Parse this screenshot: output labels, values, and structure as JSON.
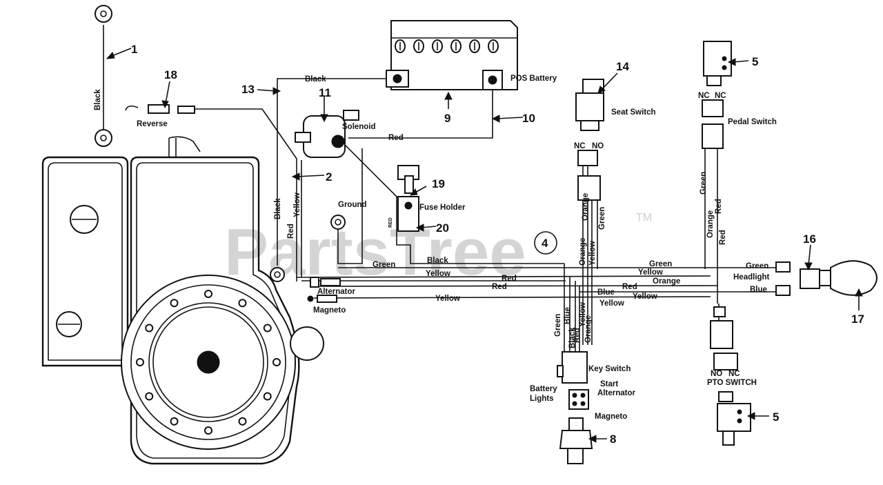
{
  "watermark": {
    "text": "PartsTree",
    "trademark": "TM"
  },
  "callouts": {
    "n1": "1",
    "n2": "2",
    "n4": "4",
    "n5a": "5",
    "n5b": "5",
    "n8": "8",
    "n9": "9",
    "n10": "10",
    "n11": "11",
    "n13": "13",
    "n14": "14",
    "n16": "16",
    "n17": "17",
    "n18": "18",
    "n19": "19",
    "n20": "20"
  },
  "components": {
    "reverse": "Reverse",
    "pos_battery": "POS Battery",
    "solenoid": "Solenoid",
    "fuse_holder": "Fuse Holder",
    "fuse_red": "RED",
    "ground": "Ground",
    "seat_switch": "Seat Switch",
    "pedal_switch": "Pedal Switch",
    "headlight": "Headlight",
    "alternator": "Alternator",
    "magneto": "Magneto",
    "key_switch": "Key Switch",
    "battery": "Battery",
    "lights": "Lights",
    "start": "Start",
    "alternator_term": "Alternator",
    "magneto_term": "Magneto",
    "pto_switch": "PTO SWITCH",
    "seat_nc": "NC",
    "seat_no": "NO",
    "pedal_nc1": "NC",
    "pedal_nc2": "NC",
    "pto_no": "NO",
    "pto_nc": "NC"
  },
  "wire_labels": {
    "black_top": "Black",
    "black_cable1": "Black",
    "black_vert": "Black",
    "black_main": "Black",
    "black_key": "Black",
    "red_batt": "Red",
    "red_vert": "Red",
    "red_main1": "Red",
    "red_main2": "Red",
    "red_main3": "Red",
    "red_key": "Red",
    "red_pedal": "Red",
    "red_right": "Red",
    "yellow_vert": "Yellow",
    "yellow_main1": "Yellow",
    "yellow_main2": "Yellow",
    "yellow_main3": "Yellow",
    "yellow_main4": "Yellow",
    "yellow_main5": "Yellow",
    "yellow_seat": "Yellow",
    "yellow_key": "Yellow",
    "green_main1": "Green",
    "green_main2": "Green",
    "green_right": "Green",
    "green_seat": "Green",
    "green_key": "Green",
    "green_pedal": "Green",
    "orange_seat1": "Orange",
    "orange_seat2": "Orange",
    "orange_main": "Orange",
    "orange_key": "Orange",
    "orange_pedal": "Orange",
    "blue_main": "Blue",
    "blue_right": "Blue",
    "blue_key": "Blue"
  }
}
